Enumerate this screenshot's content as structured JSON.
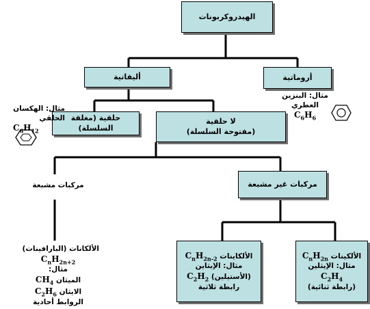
{
  "root": {
    "label": "الهيدروكربونات"
  },
  "aliphatic": {
    "label": "أليفاتية"
  },
  "aromatic": {
    "label": "أروماتية",
    "example_label": "مثال: البنزين",
    "example_name": "العطري",
    "formula": {
      "a": "C",
      "a_sub": "6",
      "b": "H",
      "b_sub": "6"
    }
  },
  "cyclic": {
    "label": "حلقية (مغلقة السلسلة)",
    "example_label": "مثال: الهكسان الحلقي",
    "formula": {
      "a": "C",
      "a_sub": "6",
      "b": "H",
      "b_sub": "12"
    }
  },
  "acyclic": {
    "line1": "لا حلقية",
    "line2": "(مفتوحة السلسلة)"
  },
  "saturated": {
    "label": "مركبات مشبعة",
    "alkanes": "الألكانات (البارافينات)",
    "general": {
      "a": "C",
      "a_sub": "n",
      "b": "H",
      "b_sub": "2n+2"
    },
    "example_label": "مثال:",
    "methane": "الميثان",
    "methane_formula": {
      "a": "C",
      "b": "H",
      "b_sub": "4"
    },
    "ethane": "الايثان",
    "ethane_formula": {
      "a": "C",
      "a_sub": "2",
      "b": "H",
      "b_sub": "6"
    },
    "bond": "الروابط أحادية"
  },
  "unsaturated": {
    "label": "مركبات غير مشبعة"
  },
  "alkynes": {
    "label": "الألكاينات",
    "general": {
      "a": "C",
      "a_sub": "n",
      "b": "H",
      "b_sub": "2n-2"
    },
    "example": "مثال: الإيثاين",
    "formula": {
      "a": "C",
      "a_sub": "2",
      "b": "H",
      "b_sub": "2"
    },
    "alt_name": "(الأستيلين)",
    "bond": "رابطة ثلاثية"
  },
  "alkenes": {
    "label": "الألكينات",
    "general": {
      "a": "C",
      "a_sub": "n",
      "b": "H",
      "b_sub": "2n"
    },
    "example": "مثال: الإيثلين",
    "formula": {
      "a": "C",
      "a_sub": "2",
      "b": "H",
      "b_sub": "4"
    },
    "bond": "(رابطة ثنائية)"
  }
}
